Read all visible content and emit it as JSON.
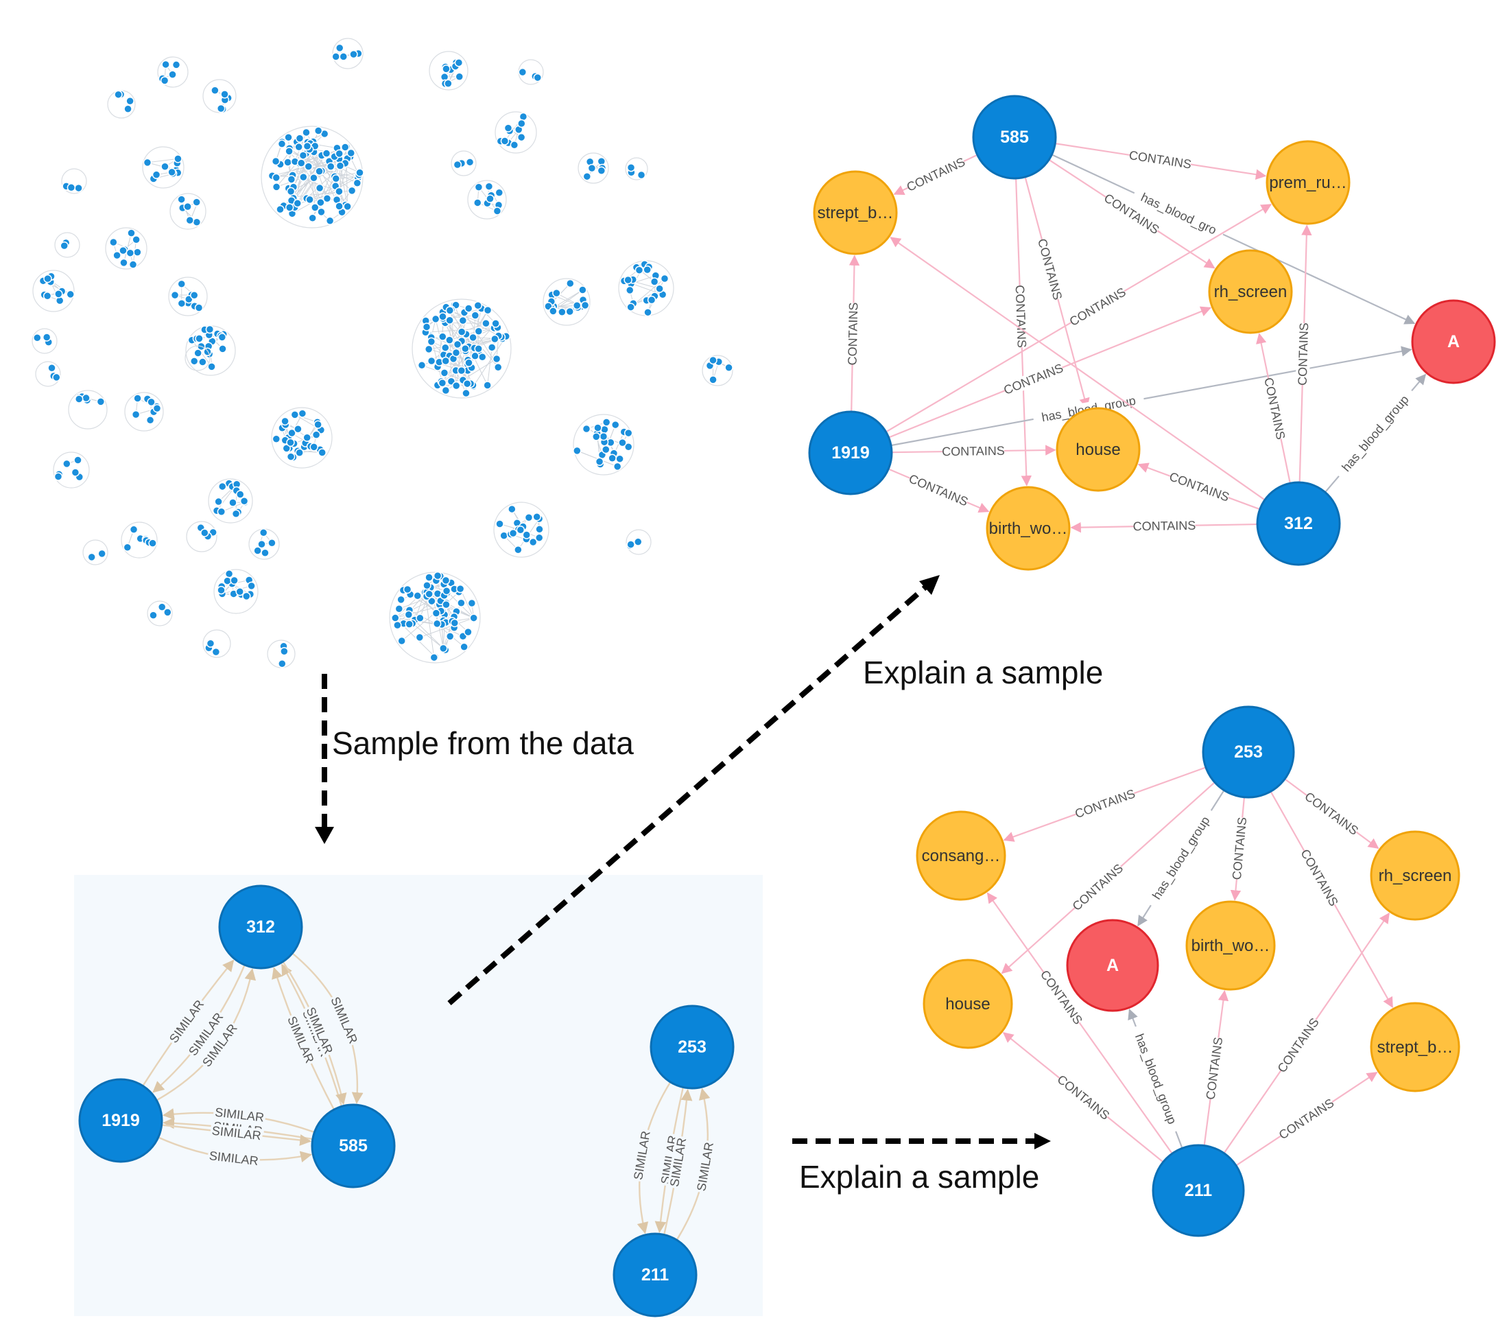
{
  "captions": {
    "sample": "Sample from the data",
    "explain_top": "Explain a sample",
    "explain_bottom": "Explain a sample"
  },
  "colors": {
    "patient_node": "#0a85d9",
    "patient_stroke": "#0b6fb5",
    "property_node": "#ffc13f",
    "property_stroke": "#f0a30a",
    "blood_node": "#f75c61",
    "blood_stroke": "#e0262e",
    "contains_edge": "#f7b7c9",
    "blood_edge": "#b3b8c2",
    "similar_edge": "#e6d3b8",
    "panel_bg": "#f4f9fd"
  },
  "node_labels": {
    "p585": "585",
    "p1919": "1919",
    "p312": "312",
    "p253": "253",
    "p211": "211",
    "blood_a": "A",
    "strept": "strept_b…",
    "prem": "prem_ru…",
    "rh": "rh_screen",
    "house": "house",
    "birth": "birth_wo…",
    "consang": "consang…"
  },
  "edge_labels": {
    "contains": "CONTAINS",
    "has_blood_group": "has_blood_group",
    "has_blood_group_cut": "has_blood_gro",
    "similar": "SIMILAR"
  }
}
